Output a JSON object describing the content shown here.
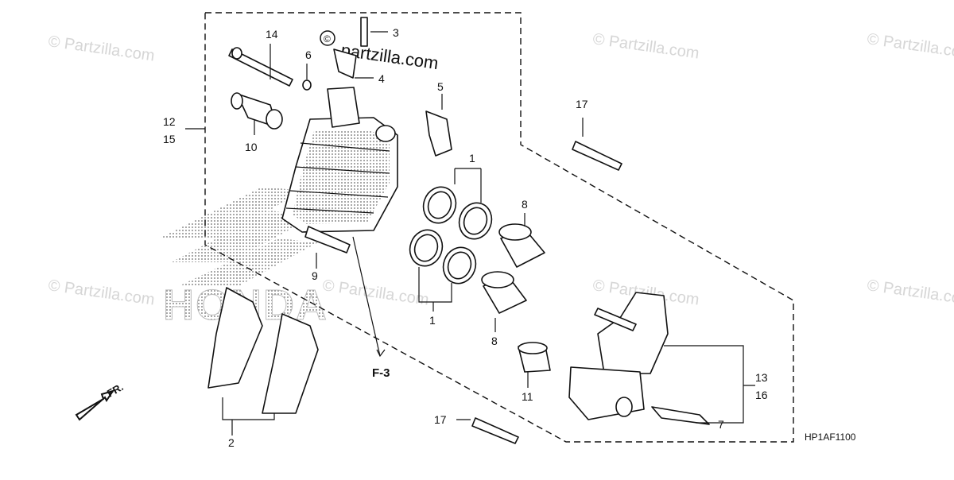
{
  "watermarks": {
    "brand": "© Partzilla.com",
    "center": "partzilla.com",
    "symbol": "©"
  },
  "labels": {
    "p1a": "1",
    "p1b": "1",
    "p2": "2",
    "p3": "3",
    "p4": "4",
    "p5": "5",
    "p6": "6",
    "p7": "7",
    "p8a": "8",
    "p8b": "8",
    "p9": "9",
    "p10": "10",
    "p11": "11",
    "p12": "12",
    "p15": "15",
    "p13": "13",
    "p16": "16",
    "p14": "14",
    "p17a": "17",
    "p17b": "17"
  },
  "reference": "F-3",
  "direction": "FR.",
  "brand_logo": "HONDA",
  "diagram_code": "HP1AF1100",
  "colors": {
    "line": "#111111",
    "watermark": "#d6d6d6",
    "background": "#ffffff"
  }
}
